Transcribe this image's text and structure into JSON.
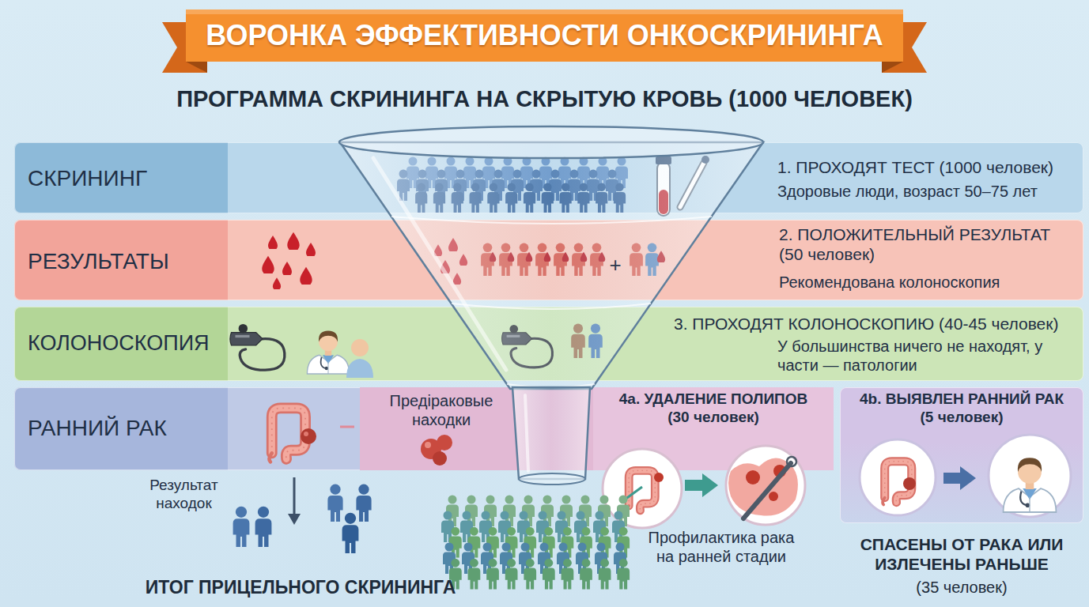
{
  "diagram": {
    "title": "ВОРОНКА ЭФФЕКТИВНОСТИ ОНКОСКРИНИНГА",
    "nodes": [
      {
        "text": [
          "СКРИНИНГ",
          "1. ПРОХОДЯТ ТЕСТ (1000 человек)",
          "Здоровые люди, возраст 50–75 лет"
        ]
      },
      {
        "text": [
          "РЕЗУЛЬТАТЫ",
          "2. ПОЛОЖИТЕЛЬНЫЙ РЕЗУЛЬТАТ (50 человек)",
          "Рекомендована колоноскопия"
        ]
      },
      {
        "text": [
          "КОЛОНОСКОПИЯ",
          "3. ПРОХОДЯТ КОЛОНОСКОПИЮ (40-45 человек)",
          "У большинства ничего не находят, у части — патологии"
        ]
      },
      {
        "text": [
          "РАННИЙ РАК"
        ]
      },
      {
        "text": [
          "Предiраковые находки"
        ],
        "in": 3
      },
      {
        "text": [
          "4a. УДАЛЕНИЕ ПОЛИПОВ (30 человек)"
        ],
        "in": 3
      },
      {
        "text": [
          "4b. ВЫЯВЛЕН РАННИЙ РАК (5 человек)"
        ]
      }
    ],
    "labels": [
      "ПРОГРАММА СКРИНИНГА НА СКРЫТУЮ КРОВЬ (1000 ЧЕЛОВЕК)",
      "+",
      "Результат находок",
      "ИТОГ ПРИЦЕЛЬНОГО СКРИНИНГА",
      "Профилактика рака на ранней стадии",
      "СПАСЕНЫ ОТ РАКА ИЛИ ИЗЛЕЧЕНЫ РАНЬШЕ",
      "(35 человек)"
    ]
  }
}
